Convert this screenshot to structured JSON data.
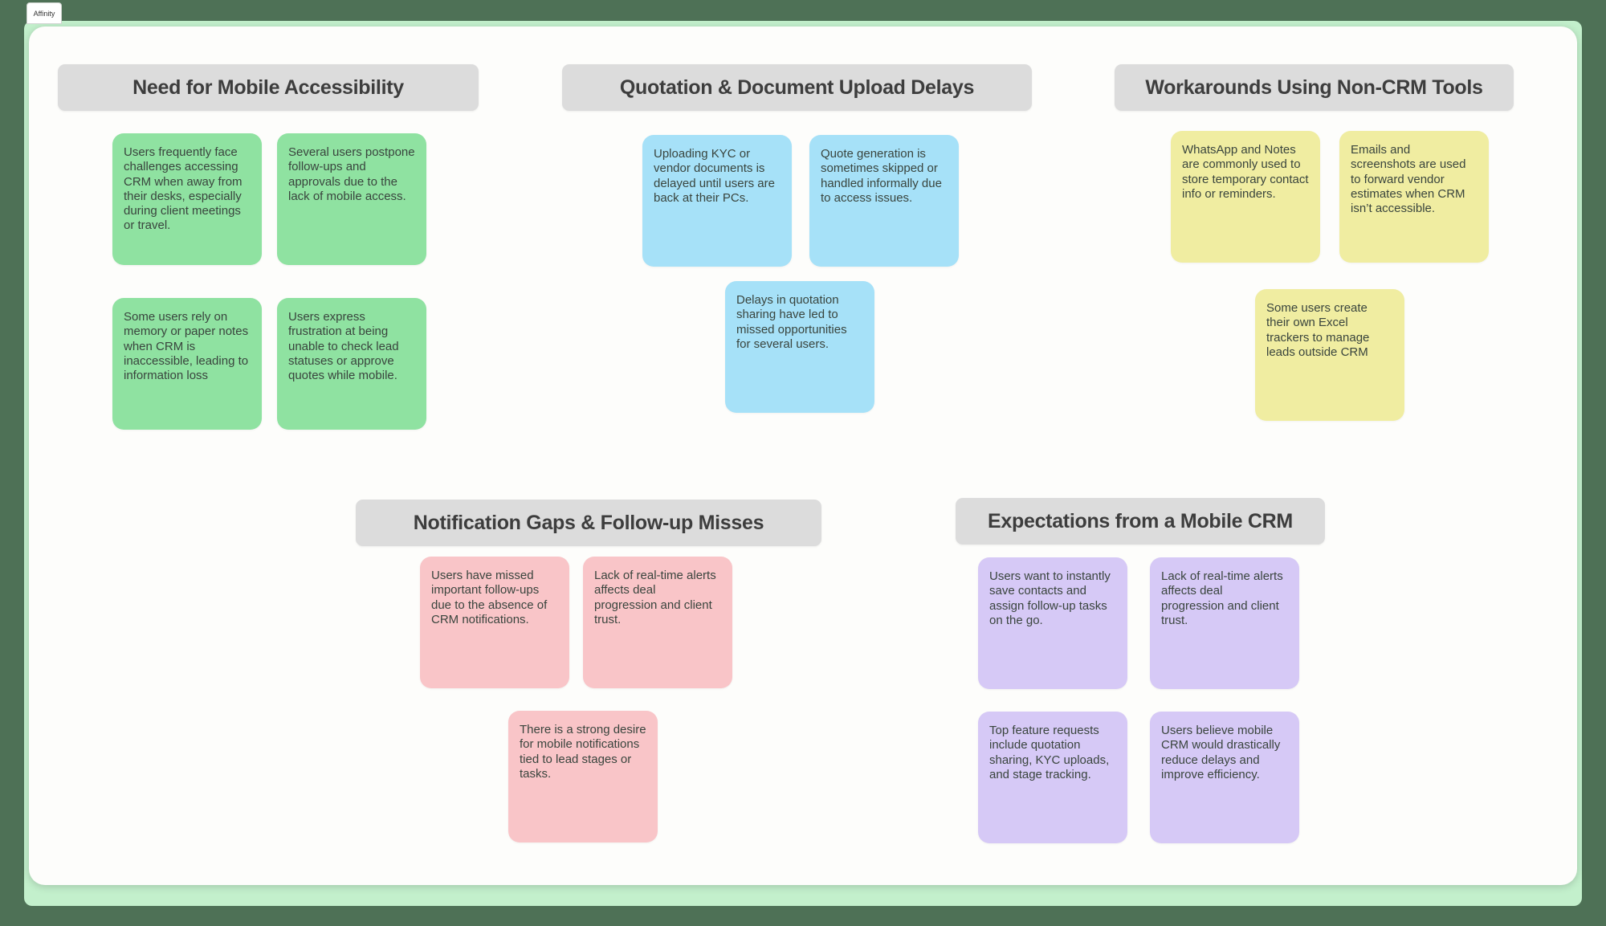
{
  "app": {
    "tab_label": "Affinity"
  },
  "colors": {
    "background": "#4e7156",
    "frame": "#c3f0cc",
    "canvas": "#fdfdfb",
    "header_bg": "#dcdcdc",
    "header_text": "#3d3d3d",
    "note_text": "#39443d",
    "note_green": "#8fe2a1",
    "note_blue": "#a6e1f8",
    "note_yellow": "#f0eda1",
    "note_pink": "#f9c5c8",
    "note_purple": "#d6c9f6"
  },
  "groups": [
    {
      "title": "Need for Mobile Accessibility",
      "color": "green",
      "notes": [
        "Users frequently face challenges accessing CRM when away from their desks, especially during client meetings or travel.",
        "Several users postpone follow-ups and approvals due to the lack of mobile access.",
        "Some users rely on memory or paper notes when CRM is inaccessible, leading to information loss",
        "Users express frustration at being unable to check lead statuses or approve quotes while mobile."
      ]
    },
    {
      "title": "Quotation & Document Upload Delays",
      "color": "blue",
      "notes": [
        "Uploading KYC or vendor documents is delayed until users are back at their PCs.",
        "Quote generation is sometimes skipped or handled informally due to access issues.",
        "Delays in quotation sharing have led to missed opportunities for several users."
      ]
    },
    {
      "title": "Workarounds Using Non-CRM Tools",
      "color": "yellow",
      "notes": [
        "WhatsApp and Notes are commonly used to store temporary contact info or reminders.",
        "Emails and screenshots are used to forward vendor estimates when CRM isn’t accessible.",
        "Some users create their own Excel trackers to manage leads outside CRM"
      ]
    },
    {
      "title": "Notification Gaps & Follow-up Misses",
      "color": "pink",
      "notes": [
        "Users have missed important follow-ups due to the absence of CRM notifications.",
        "Lack of real-time alerts affects deal progression and client trust.",
        "There is a strong desire for mobile notifications tied to lead stages or tasks."
      ]
    },
    {
      "title": "Expectations from a Mobile CRM",
      "color": "purple",
      "notes": [
        "Users want to instantly save contacts and assign follow-up tasks on the go.",
        "Lack of real-time alerts affects deal progression and client trust.",
        "Top feature requests include quotation sharing, KYC uploads, and stage tracking.",
        "Users believe mobile CRM would drastically reduce delays and improve efficiency."
      ]
    }
  ]
}
